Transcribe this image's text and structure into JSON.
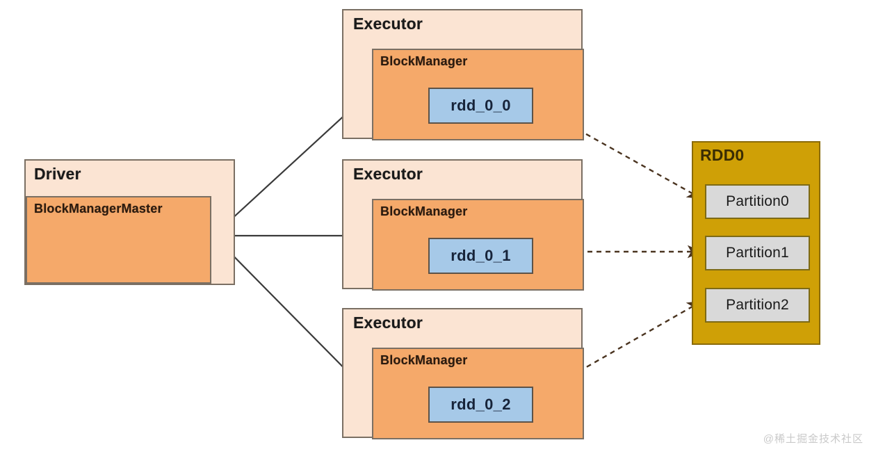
{
  "diagram": {
    "title": "Spark BlockManager / RDD partition distribution diagram",
    "colors": {
      "container_fill": "#fbe4d3",
      "manager_fill": "#f5a96a",
      "block_fill": "#a6c9e8",
      "rdd_fill": "#cfa006",
      "partition_fill": "#d9d9d9",
      "border": "#7a6f63",
      "solid_arrow": "#3a3a3a",
      "dashed_arrow": "#5a4634"
    }
  },
  "driver": {
    "title": "Driver",
    "inner": {
      "title": "BlockManagerMaster"
    }
  },
  "executors": [
    {
      "title": "Executor",
      "manager": {
        "title": "BlockManager"
      },
      "block": {
        "label": "rdd_0_0"
      }
    },
    {
      "title": "Executor",
      "manager": {
        "title": "BlockManager"
      },
      "block": {
        "label": "rdd_0_1"
      }
    },
    {
      "title": "Executor",
      "manager": {
        "title": "BlockManager"
      },
      "block": {
        "label": "rdd_0_2"
      }
    }
  ],
  "rdd": {
    "title": "RDD0",
    "partitions": [
      {
        "label": "Partition0"
      },
      {
        "label": "Partition1"
      },
      {
        "label": "Partition2"
      }
    ]
  },
  "watermark": {
    "text": "@稀土掘金技术社区"
  }
}
